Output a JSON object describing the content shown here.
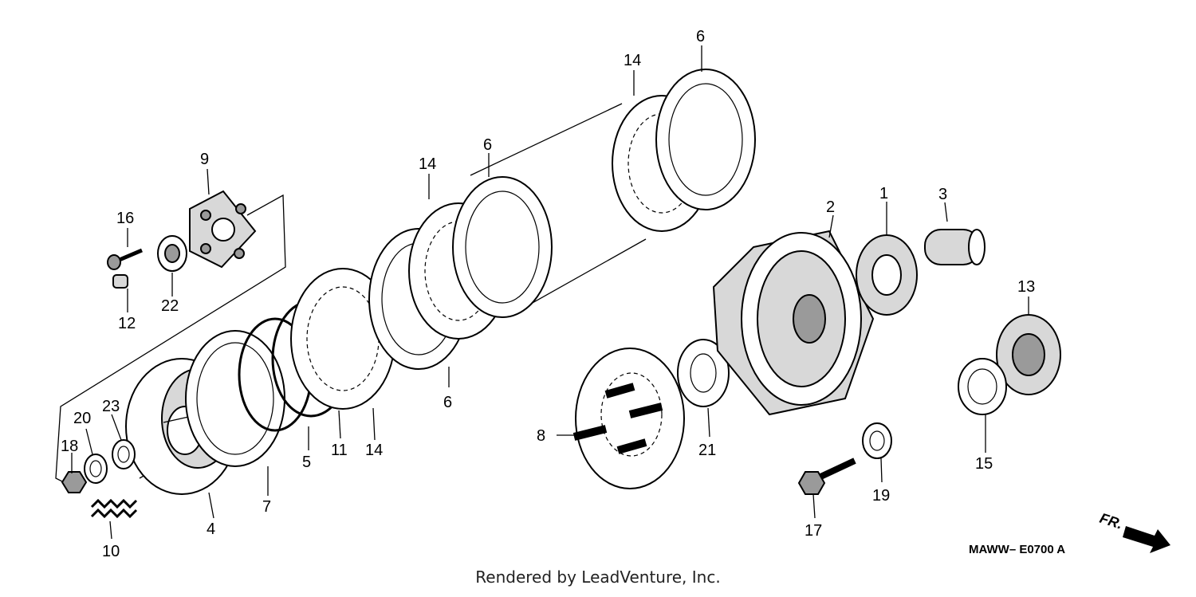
{
  "diagram": {
    "callouts": [
      "1",
      "2",
      "3",
      "4",
      "5",
      "6",
      "7",
      "8",
      "9",
      "10",
      "11",
      "12",
      "13",
      "14",
      "15",
      "16",
      "17",
      "18",
      "19",
      "20",
      "21",
      "22",
      "23"
    ],
    "diagram_code": "MAWW– E0700 A",
    "front_marker": "FR.",
    "footer": "Rendered by LeadVenture, Inc."
  }
}
